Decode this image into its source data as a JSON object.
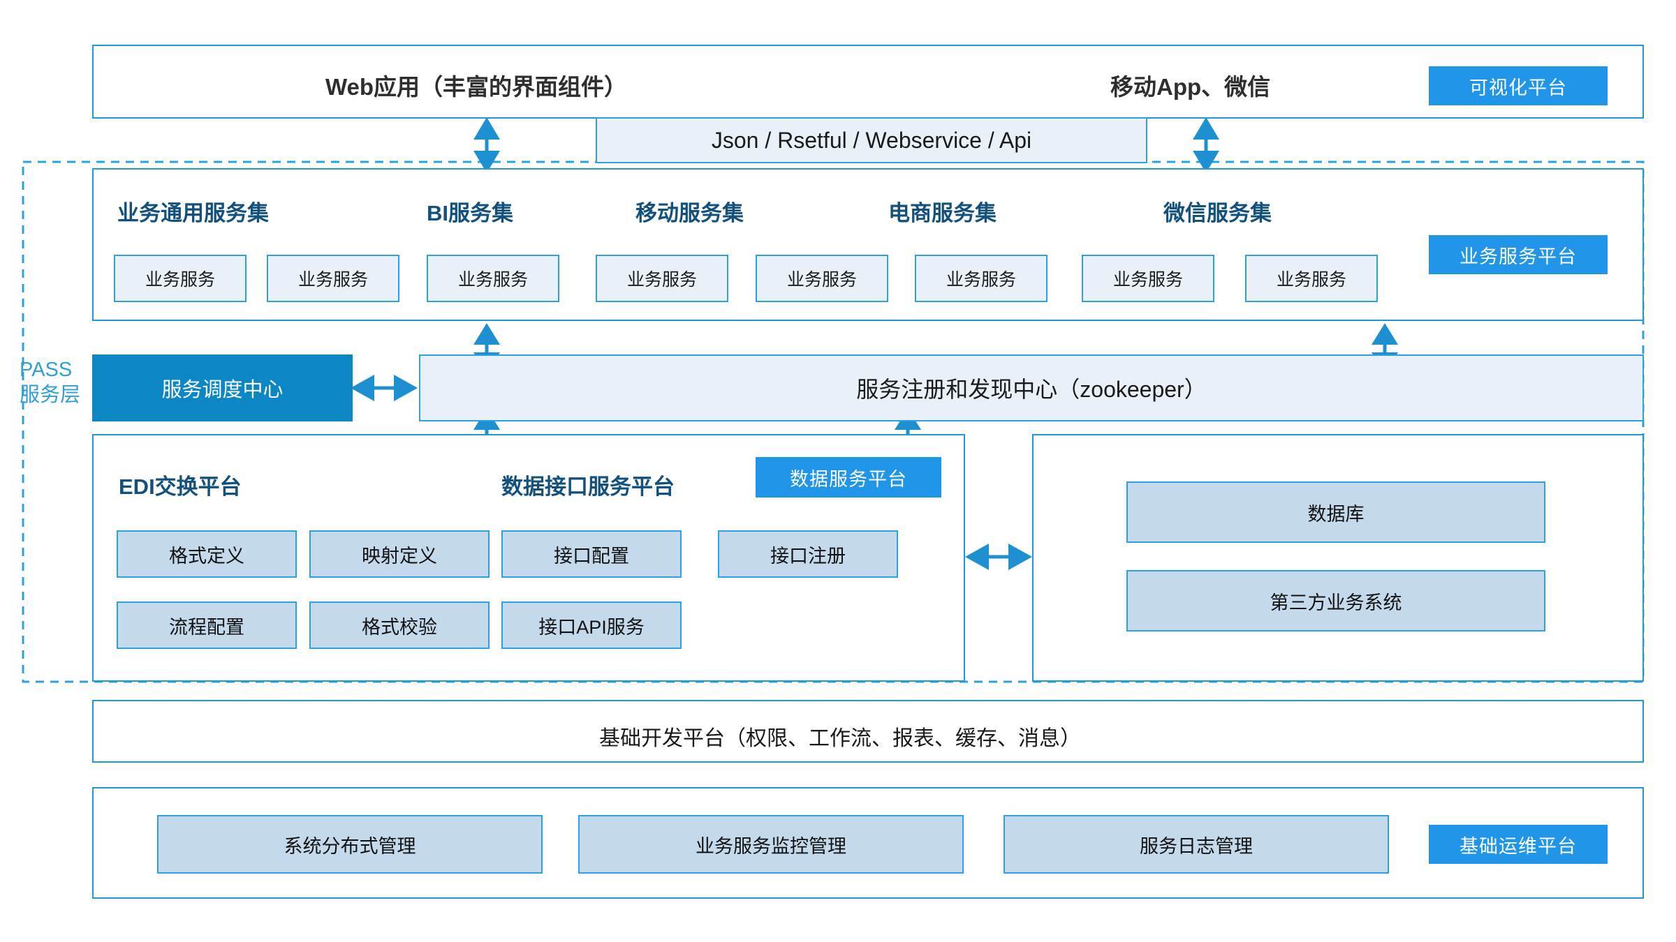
{
  "colors": {
    "accent_blue": "#2196e8",
    "border_blue": "#1e9ad6",
    "deep_blue": "#0d86c6",
    "header_text": "#12517e",
    "light_fill": "#e9f0f8",
    "grey_fill": "#c5d9ec",
    "dashed_border": "#29a3dd",
    "arrow_blue": "#1e90d2"
  },
  "layer_presentation": {
    "web_title": "Web应用（丰富的界面组件）",
    "mobile_title": "移动App、微信",
    "badge": "可视化平台"
  },
  "api_bar": {
    "label": "Json / Rsetful / Webservice / Api"
  },
  "pass_zone": {
    "label_line1": "PASS",
    "label_line2": "服务层"
  },
  "layer_business_services": {
    "badge": "业务服务平台",
    "groups": [
      {
        "title": "业务通用服务集",
        "services": [
          "业务服务",
          "业务服务"
        ]
      },
      {
        "title": "BI服务集",
        "services": [
          "业务服务"
        ]
      },
      {
        "title": "移动服务集",
        "services": [
          "业务服务",
          "业务服务"
        ]
      },
      {
        "title": "电商服务集",
        "services": [
          "业务服务",
          "业务服务"
        ]
      },
      {
        "title": "微信服务集",
        "services": [
          "业务服务",
          "业务服务"
        ]
      }
    ],
    "service_boxes": [
      "业务服务",
      "业务服务",
      "业务服务",
      "业务服务",
      "业务服务",
      "业务服务",
      "业务服务",
      "业务服务"
    ]
  },
  "layer_registry": {
    "dispatch_center": "服务调度中心",
    "registry_center": "服务注册和发现中心（zookeeper）"
  },
  "layer_data_services": {
    "badge": "数据服务平台",
    "edi_title": "EDI交换平台",
    "api_title": "数据接口服务平台",
    "edi_boxes_row1": [
      "格式定义",
      "映射定义"
    ],
    "edi_boxes_row2": [
      "流程配置",
      "格式校验"
    ],
    "api_boxes_row1": [
      "接口配置",
      "接口注册"
    ],
    "api_boxes_row2": [
      "接口API服务"
    ],
    "right_panel_boxes": [
      "数据库",
      "第三方业务系统"
    ]
  },
  "layer_base_dev": {
    "label": "基础开发平台（权限、工作流、报表、缓存、消息）"
  },
  "layer_ops": {
    "badge": "基础运维平台",
    "boxes": [
      "系统分布式管理",
      "业务服务监控管理",
      "服务日志管理"
    ]
  }
}
